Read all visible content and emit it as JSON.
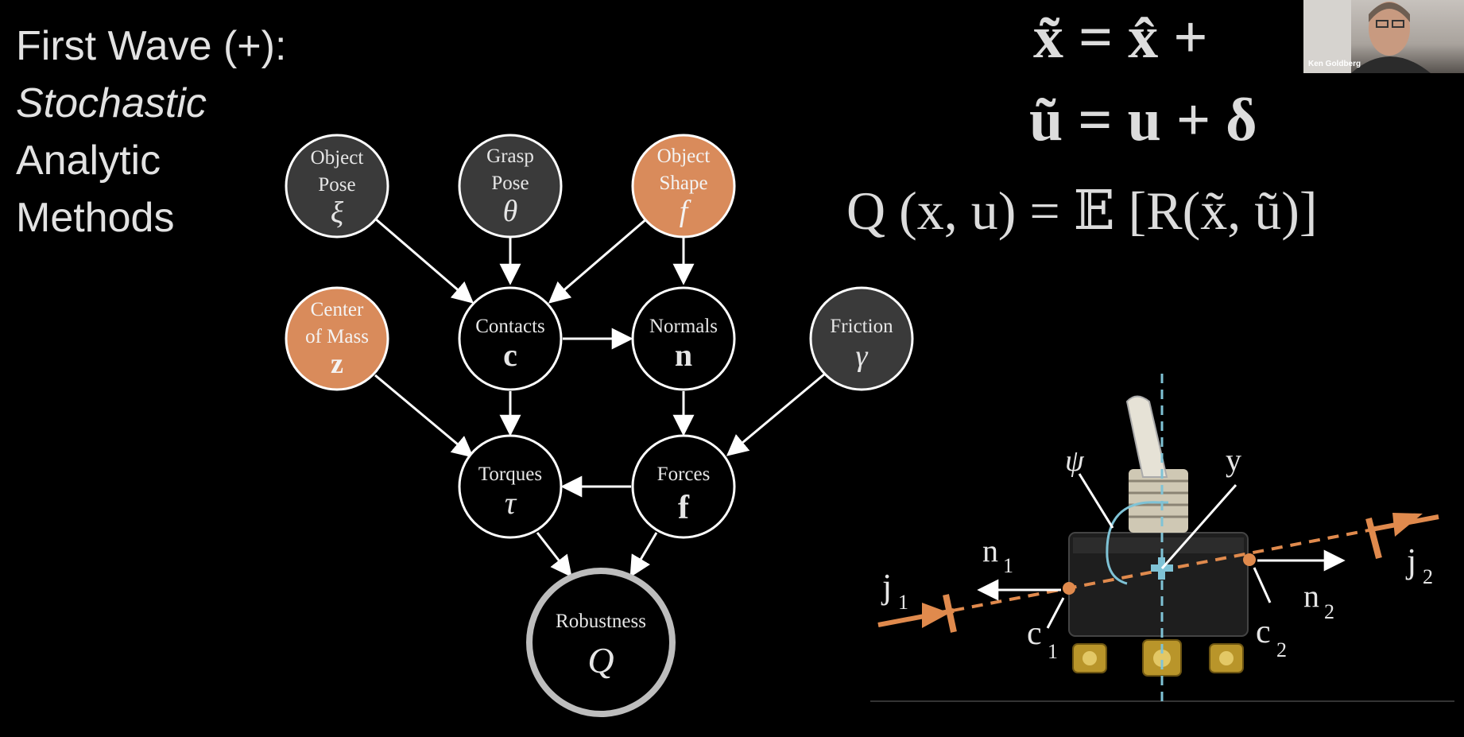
{
  "slide": {
    "heading": [
      "First Wave (+):",
      "Stochastic",
      "Analytic",
      "Methods"
    ]
  },
  "equations": {
    "eq1": "x̃ = x̂ +",
    "eq2": "ũ = u + δ",
    "eq3": "Q (x, u) = 𝔼 [R(x̃, ũ)]"
  },
  "webcam": {
    "name": "Ken Goldberg"
  },
  "graph": {
    "nodes": {
      "object_pose": {
        "label1": "Object",
        "label2": "Pose",
        "symbol": "ξ",
        "color": "#3a3a3a"
      },
      "grasp_pose": {
        "label1": "Grasp",
        "label2": "Pose",
        "symbol": "θ",
        "color": "#3a3a3a"
      },
      "object_shape": {
        "label1": "Object",
        "label2": "Shape",
        "symbol": "f",
        "color": "#d98b5b"
      },
      "center_of_mass": {
        "label1": "Center",
        "label2": "of Mass",
        "symbol": "z",
        "color": "#d98b5b"
      },
      "contacts": {
        "label1": "Contacts",
        "symbol": "c",
        "color": "#000000"
      },
      "normals": {
        "label1": "Normals",
        "symbol": "n",
        "color": "#000000"
      },
      "friction": {
        "label1": "Friction",
        "symbol": "γ",
        "color": "#3a3a3a"
      },
      "torques": {
        "label1": "Torques",
        "symbol": "τ",
        "color": "#000000"
      },
      "forces": {
        "label1": "Forces",
        "symbol": "f",
        "color": "#000000"
      },
      "robustness": {
        "label1": "Robustness",
        "symbol": "Q",
        "color": "#000000"
      }
    }
  },
  "switch_diagram": {
    "labels": {
      "psi": "ψ",
      "y": "y",
      "n1": "n",
      "n1_sub": "1",
      "n2": "n",
      "n2_sub": "2",
      "j1": "j",
      "j1_sub": "1",
      "j2": "j",
      "j2_sub": "2",
      "c1": "c",
      "c1_sub": "1",
      "c2": "c",
      "c2_sub": "2"
    },
    "colors": {
      "axis": "#e08a4d",
      "center": "#7fc3d6"
    }
  }
}
